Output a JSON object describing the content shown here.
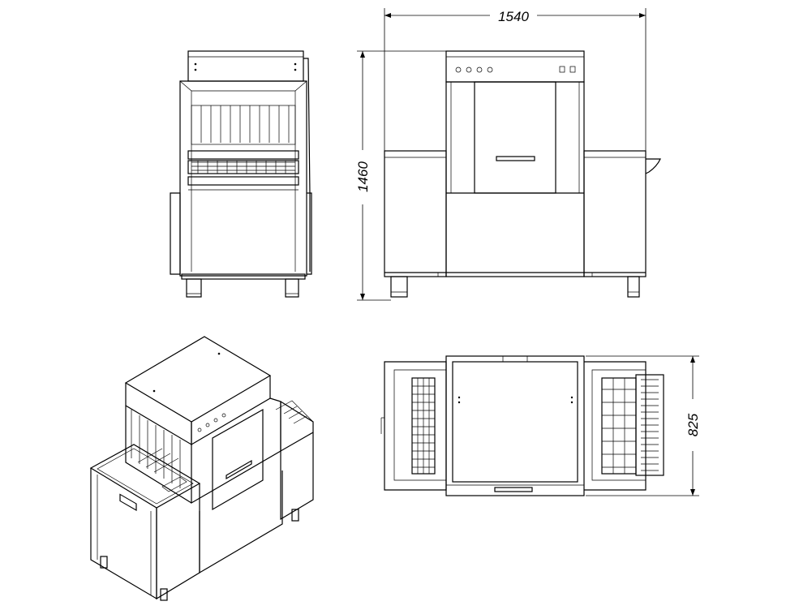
{
  "dimensions": {
    "overall_width": "1540",
    "overall_height": "1460",
    "overall_depth": "825"
  },
  "colors": {
    "line": "#000000",
    "background": "#ffffff"
  },
  "views": {
    "side": {
      "icon": "side-elevation-view"
    },
    "front": {
      "icon": "front-elevation-view"
    },
    "iso": {
      "icon": "isometric-view"
    },
    "top": {
      "icon": "top-plan-view"
    }
  }
}
